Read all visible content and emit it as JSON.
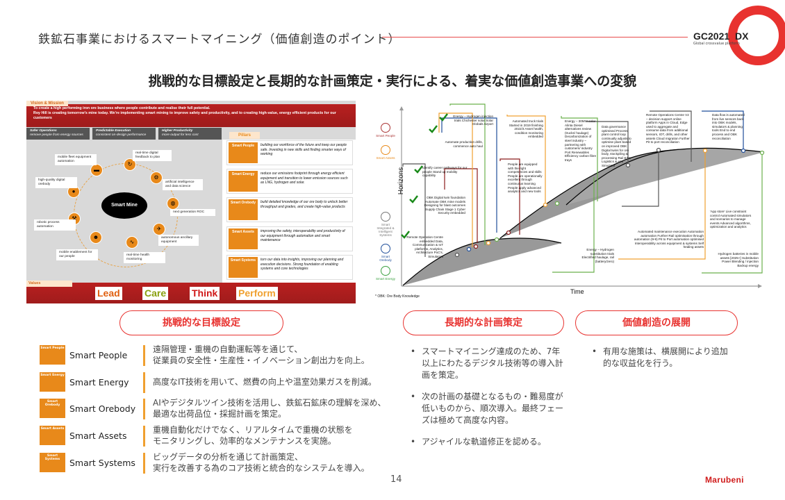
{
  "header": {
    "title": "鉄鉱石事業におけるスマートマイニング（価値創造のポイント）",
    "logo_main": "GC2021",
    "logo_arrow": "»",
    "logo_dx": "DX",
    "logo_sub": "Global crossvalue platform",
    "subtitle": "挑戦的な目標設定と長期的な計画策定・実行による、着実な価値創造事業への変貌"
  },
  "left_image": {
    "tab": "Vision & Mission",
    "vision": [
      "To create a high performing iron ore business where people contribute and realise their full potential.",
      "Roy Hill is creating tomorrow's mine today. We're implementing smart mining to improve safety and productivity, and to creating high-value, energy efficient products for our customers"
    ],
    "goals": [
      {
        "title": "Safer Operations",
        "sub": "remove people from energy sources"
      },
      {
        "title": "Predictable Execution",
        "sub": "consistent on-design performance"
      },
      {
        "title": "Higher Productivity",
        "sub": "more output for less cost"
      }
    ],
    "center": "Smart Mine",
    "nodes": [
      "mobile fleet equipment automation",
      "real-time digital feedback to plan",
      "artificial intelligence and data science",
      "next generation ROC",
      "autonomous ancillary equipment",
      "real-time health monitoring",
      "mobile enablement for our people",
      "robotic process automation",
      "high-quality digital orebody"
    ],
    "pillars_label": "Pillars",
    "pillars": [
      {
        "name": "Smart People",
        "text": "building our workforce of the future and keep our people safe. Investing in new skills and finding smarter ways of working"
      },
      {
        "name": "Smart Energy",
        "text": "reduce our emissions footprint through energy efficient equipment and transition to lower emission sources such as LNG, hydrogen and solar."
      },
      {
        "name": "Smart Orebody",
        "text": "build detailed knowledge of our ore body to unlock better throughput and grades, and create high-value products"
      },
      {
        "name": "Smart Assets",
        "text": "improving the safety, interoperability and productivity of our equipment through automation and smart maintenance"
      },
      {
        "name": "Smart Systems",
        "text": "turn our data into insights, improving our planning and execution decisions.  Strong foundation of enabling systems and core technologies"
      }
    ],
    "values_label": "Values",
    "values": [
      {
        "text": "Lead",
        "color": "#e06010"
      },
      {
        "text": "Care",
        "color": "#8aa010"
      },
      {
        "text": "Think",
        "color": "#d01818"
      },
      {
        "text": "Perform",
        "color": "#f0a030"
      }
    ]
  },
  "right_image": {
    "ylabel": "Horizons",
    "xlabel": "Time",
    "footnote": "* OBK: Ore Body Knowledge",
    "legend": [
      {
        "name": "Smart People",
        "color": "#a33"
      },
      {
        "name": "Smart Assets",
        "color": "#e8891a"
      },
      {
        "name": "Smart Integrated & Intelligent Systems",
        "color": "#777"
      },
      {
        "name": "Smart Orebody",
        "color": "#1f4e9a"
      },
      {
        "name": "Smart Energy",
        "color": "#3aa040"
      }
    ],
    "boxes": [
      "Energy – Hydrogen injection trials Chichester solar Solar Globals Airport",
      "Automate production drills, commence auto haul",
      "Identify career pathways for our people Stand up mobility capability",
      "OBK Digital twin foundation Automate OBK mine models Designing for blast outcomes Supply Chain Stage 1 Cyber Security embedded",
      "Remote Operation Centre embedded Data, Communication & IoT platforms, Analytics, Architecture PoC's, Simulators",
      "Automated truck trials Started in 2019 finishing 2022/3 Asset health, condition monitoring embedded",
      "People are equipped with the right competencies and skills People are operationally excellent through continuous learning People apply advanced analytics and new tools",
      "Energy – 30MW solar Alinta Diesel alternatives review (trucks/ haulage) Decarbonization of steel industry – partnering with customers/ industry Port Renewables Efficiency carbon fibre trays",
      "Data governance optimised Process plant control loop continually adjusts to optimise plant based on improved OBK Digital twins for ore body, stockpiling & processing Rail ETA, Logistics & e2e Simulator",
      "Remote Operations Centre V2 – decision support online platform Apps in Cloud, Edge used to aggregate and consume data from additional sensors, IOT, drills, and other assets Cloud migration Further Pit to port reconciliation",
      "Data flow is automated from live sensors back into OBK models, simulators & planning tools End to end process and OBK reconciliation",
      "'App store' Live constraint control Automated simulators and scenarios to manage events Advanced algorithms, optimization and analytics",
      "Automated maintenance execution Automation automation Further Rail optimisation through automation (9-9) Pit to Port automation optimised Interoperability across equipment & systems Self healing assets",
      "Energy – Hydrogen substitution trials Electrified haulage, rail (battery/zero)",
      "Hydrogen batteries in mobile assets [2025+] Substitution Power Blending / injection Backup energy"
    ]
  },
  "sections": [
    {
      "label": "挑戦的な目標設定"
    },
    {
      "label": "長期的な計画策定"
    },
    {
      "label": "価値創造の展開"
    }
  ],
  "smart_items": [
    {
      "icon": "Smart People",
      "name": "Smart People",
      "desc1": "遠隔管理・重機の自動運転等を通じて、",
      "desc2": "従業員の安全性・生産性・イノベーション創出力を向上。"
    },
    {
      "icon": "Smart Energy",
      "name": "Smart Energy",
      "desc1": "高度なIT技術を用いて、燃費の向上や温室効果ガスを削減。",
      "desc2": ""
    },
    {
      "icon": "Smart Orebody",
      "name": "Smart Orebody",
      "desc1": "AIやデジタルツイン技術を活用し、鉄鉱石鉱床の理解を深め、",
      "desc2": "最適な出荷品位・採掘計画を策定。"
    },
    {
      "icon": "Smart Assets",
      "name": "Smart Assets",
      "desc1": "重機自動化だけでなく、リアルタイムで重機の状態を",
      "desc2": "モニタリングし、効率的なメンテナンスを実施。"
    },
    {
      "icon": "Smart Systems",
      "name": "Smart Systems",
      "desc1": "ビッグデータの分析を通じて計画策定、",
      "desc2": "実行を改善する為のコア技術と統合的なシステムを導入。"
    }
  ],
  "plan_bullets": [
    "スマートマイニング達成のため、7年以上にわたるデジタル技術等の導入計画を策定。",
    "次の計画の基礎となるもの・難易度が低いものから、順次導入。最終フェーズは極めて高度な内容。",
    "アジャイルな軌道修正を認める。"
  ],
  "value_bullets": [
    "有用な施策は、横展開により追加的な収益化を行う。"
  ],
  "footer": {
    "page": "14",
    "brand": "Marubeni"
  }
}
